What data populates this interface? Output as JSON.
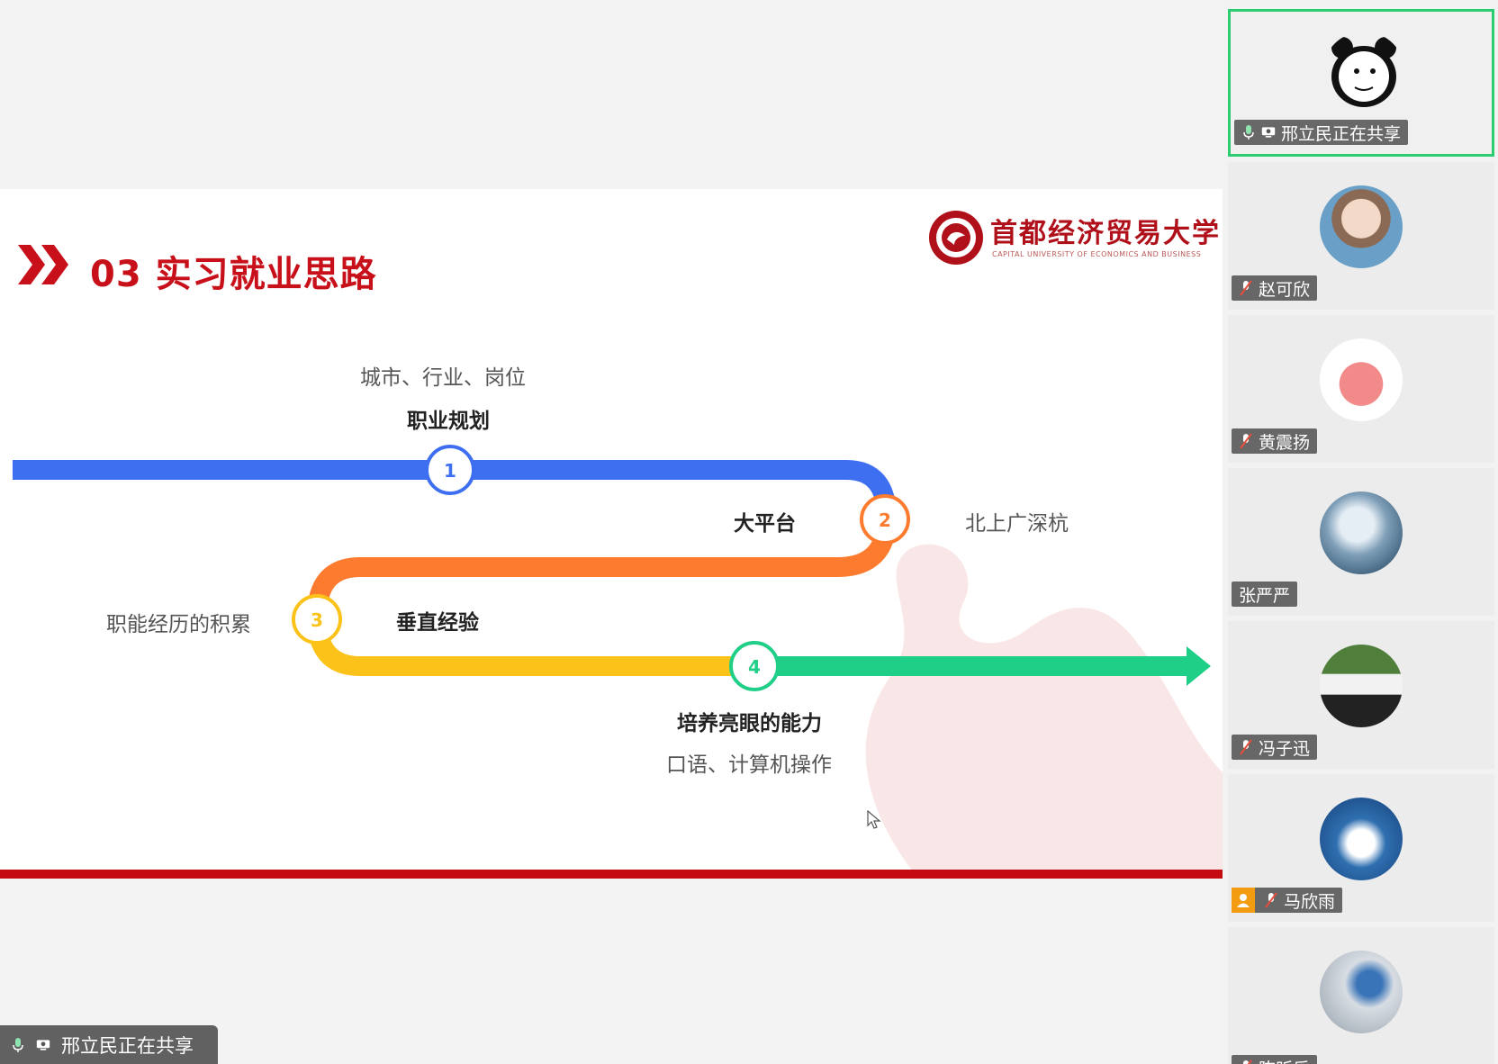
{
  "slide": {
    "title": "03 实习就业思路",
    "logo_cn": "首都经济贸易大学",
    "logo_en": "CAPITAL UNIVERSITY OF ECONOMICS AND BUSINESS",
    "labels": {
      "career_sub": "城市、行业、岗位",
      "career": "职业规划",
      "platform": "大平台",
      "cities": "北上广深杭",
      "accumulate": "职能经历的积累",
      "vertical": "垂直经验",
      "ability": "培养亮眼的能力",
      "ability_sub": "口语、计算机操作"
    },
    "steps": [
      "1",
      "2",
      "3",
      "4"
    ],
    "colors": {
      "blue": "#3d6ff0",
      "orange": "#fd7b2e",
      "yellow": "#fbc21a",
      "green": "#1fcf87",
      "red": "#c8101a"
    }
  },
  "share_badge": {
    "text": "邢立民正在共享"
  },
  "participants": [
    {
      "name": "邢立民正在共享",
      "active": true,
      "avatar": "panda-meme"
    },
    {
      "name": "赵可欣",
      "avatar": "anime-girl"
    },
    {
      "name": "黄震扬",
      "avatar": "pink-creature"
    },
    {
      "name": "张严严",
      "avatar": "ocean"
    },
    {
      "name": "冯子迅",
      "avatar": "panda-grass"
    },
    {
      "name": "马欣雨",
      "avatar": "swan",
      "host": true
    },
    {
      "name": "陈昕乐",
      "avatar": "hands"
    }
  ]
}
